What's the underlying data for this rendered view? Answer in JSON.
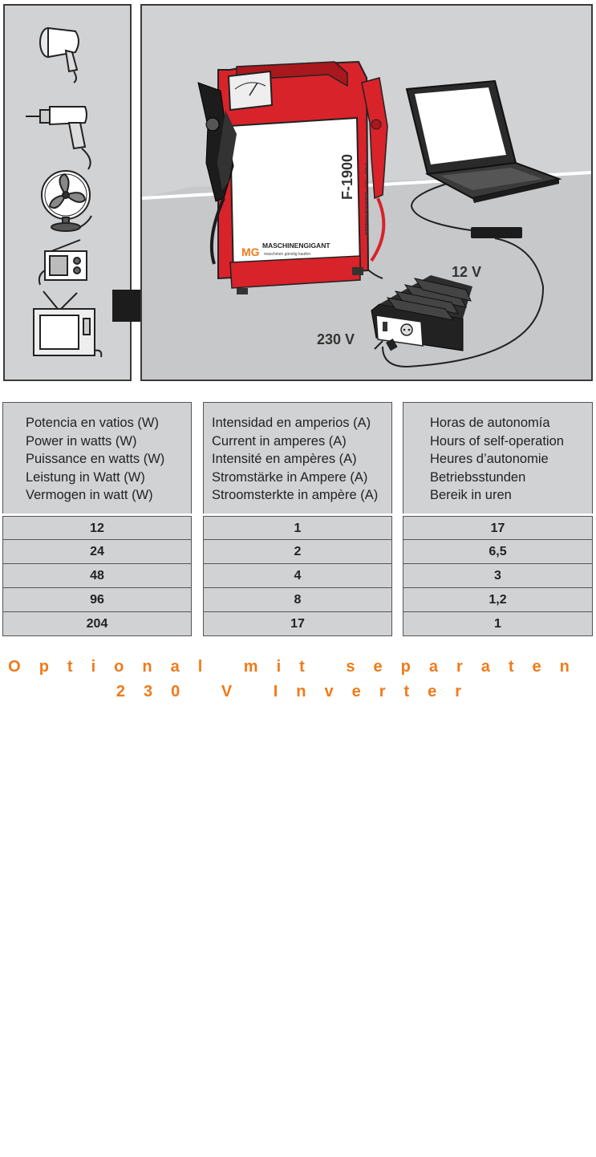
{
  "illustration": {
    "left_icons": [
      "hair-dryer-icon",
      "drill-icon",
      "fan-icon",
      "radio-icon",
      "television-icon"
    ],
    "booster": {
      "brand": "MASCHINENGIGANT",
      "brand_tagline": "maschinen günstig kaufen",
      "logo": "MG",
      "model": "F-1900",
      "spec": "BATTERY BOOSTER • 12 V • 400 A"
    },
    "label_12v": "12 V",
    "label_230v": "230 V",
    "colors": {
      "panel_bg": "#d1d2d4",
      "booster_red": "#d8232a",
      "accent_orange": "#f07a1a"
    }
  },
  "table": {
    "columns": [
      {
        "header": [
          "Potencia en vatios (W)",
          "Power in watts (W)",
          "Puissance en watts (W)",
          "Leistung in Watt (W)",
          "Vermogen in watt (W)"
        ],
        "values": [
          "12",
          "24",
          "48",
          "96",
          "204"
        ]
      },
      {
        "header": [
          "Intensidad en amperios (A)",
          "Current in amperes (A)",
          "Intensité en ampères (A)",
          "Stromstärke in Ampere (A)",
          "Stroomsterkte in ampère (A)"
        ],
        "values": [
          "1",
          "2",
          "4",
          "8",
          "17"
        ]
      },
      {
        "header": [
          "Horas de autonomía",
          "Hours of self-operation",
          "Heures d’autonomie",
          "Betriebsstunden",
          "Bereik in uren"
        ],
        "values": [
          "17",
          "6,5",
          "3",
          "1,2",
          "1"
        ]
      }
    ]
  },
  "note": {
    "line1": "Optional mit separaten",
    "line2": "230 V Inverter"
  }
}
